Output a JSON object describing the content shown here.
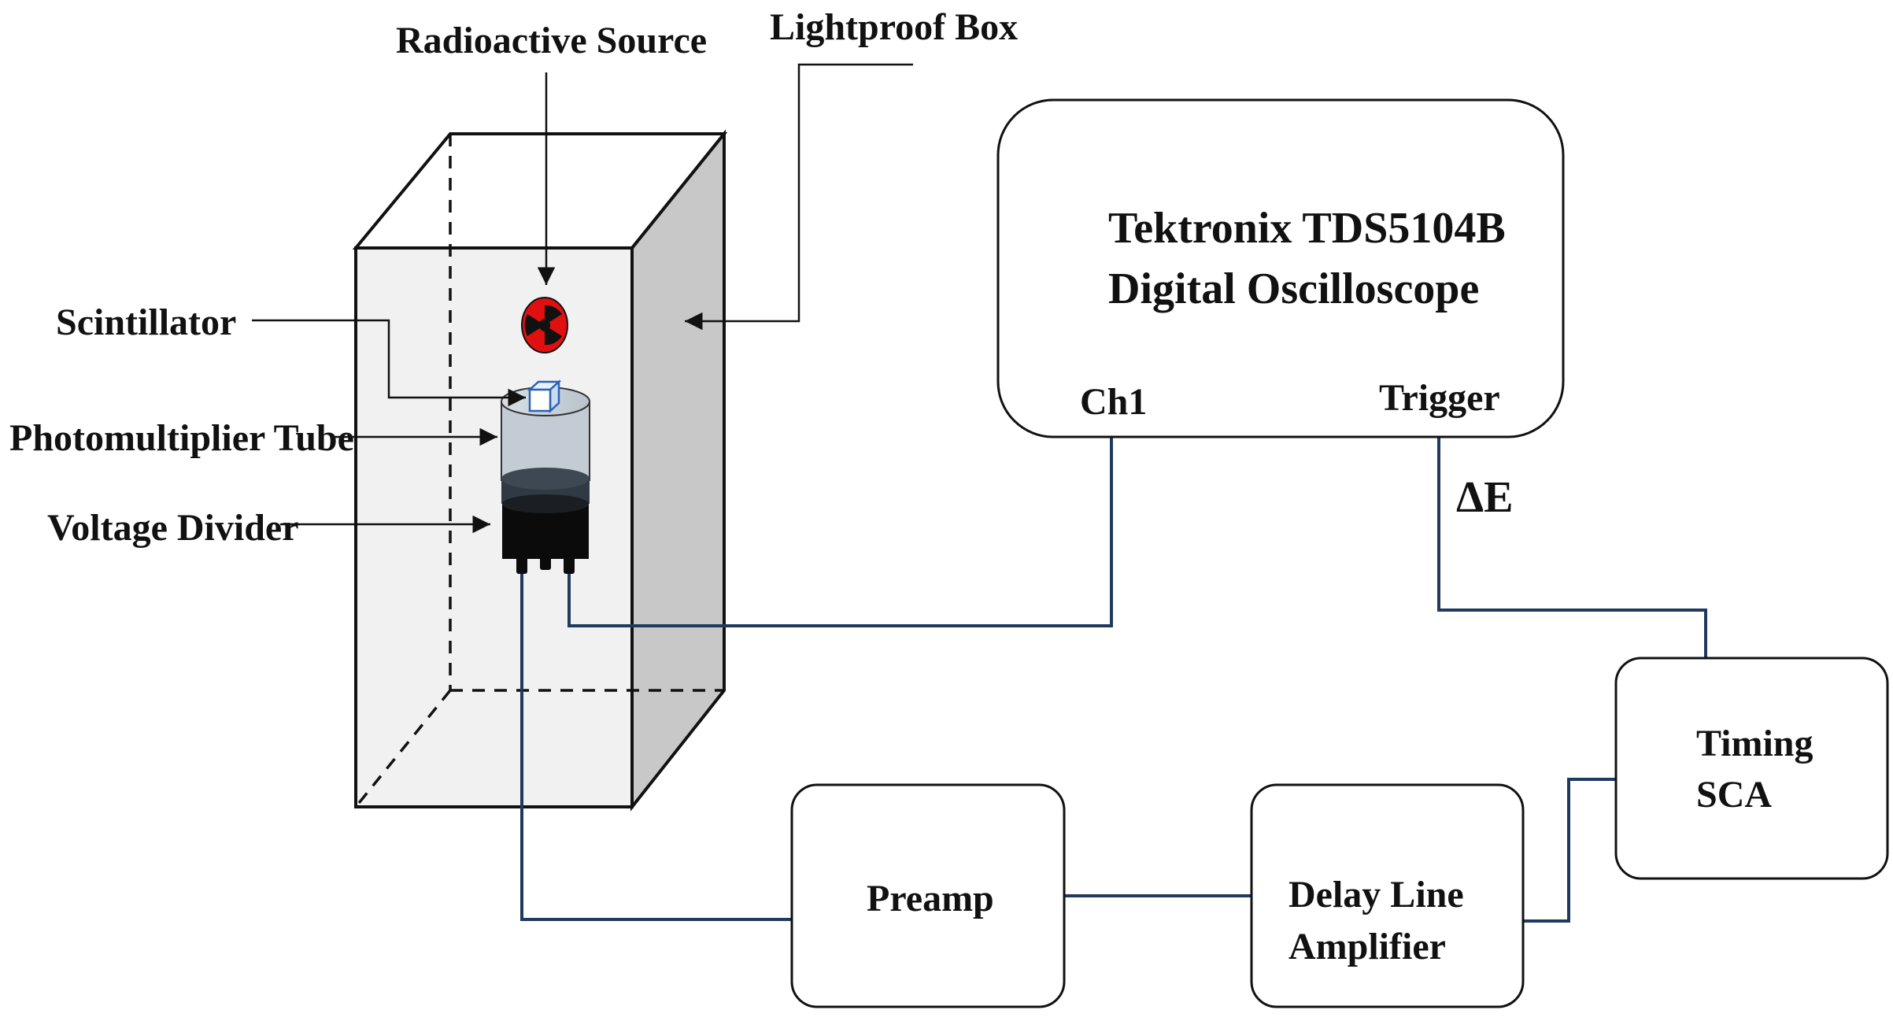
{
  "labels": {
    "radioactive_source": "Radioactive Source",
    "lightproof_box": "Lightproof Box",
    "scintillator": "Scintillator",
    "photomultiplier_tube": "Photomultiplier Tube",
    "voltage_divider": "Voltage Divider"
  },
  "oscilloscope": {
    "line1": "Tektronix TDS5104B",
    "line2": "Digital Oscilloscope",
    "ch1": "Ch1",
    "trigger": "Trigger"
  },
  "delta_e": "ΔE",
  "timing_sca": {
    "line1": "Timing",
    "line2": "SCA"
  },
  "preamp": "Preamp",
  "delay_line_amplifier": {
    "line1": "Delay Line",
    "line2": "Amplifier"
  },
  "colors": {
    "wire": "#1f3a5f",
    "box_front": "#f1f1f1",
    "box_side": "#c8c8c8",
    "source": "#e01010",
    "pmt_glass": "#c3ccd5",
    "pmt_dark": "#2f3a44"
  }
}
